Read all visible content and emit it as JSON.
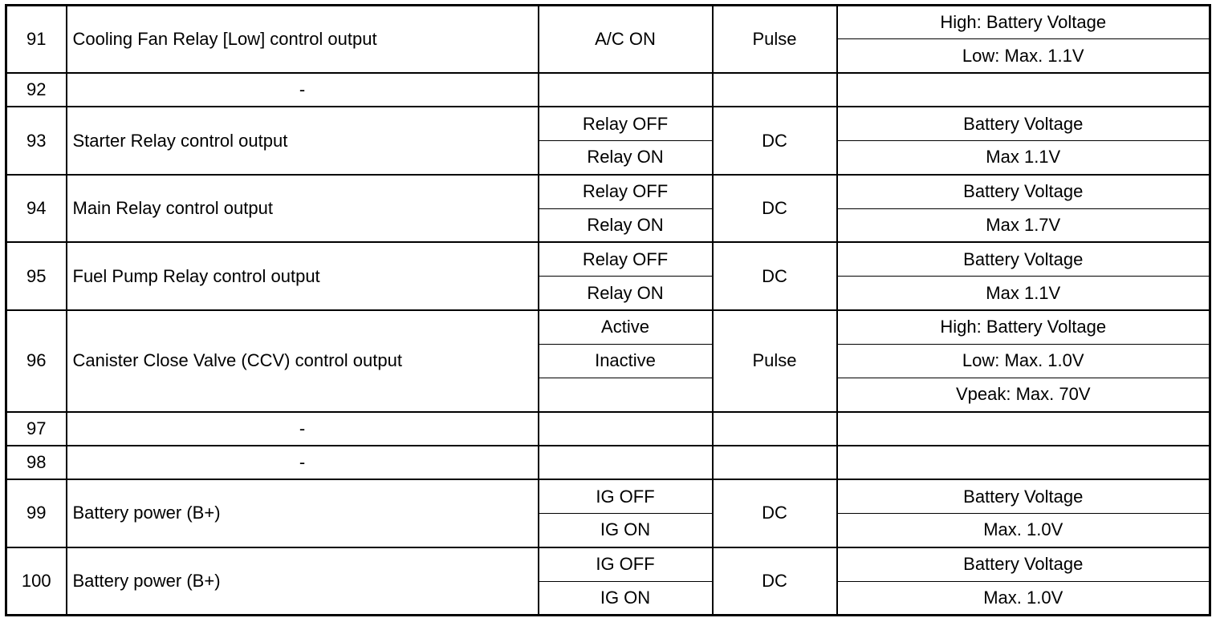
{
  "rows": [
    {
      "pin": "91",
      "description": "Cooling Fan Relay [Low] control output",
      "conditions": [
        "A/C ON"
      ],
      "type": "Pulse",
      "levels": [
        "High: Battery Voltage",
        "Low: Max. 1.1V"
      ]
    },
    {
      "pin": "92",
      "description": "-",
      "conditions": [
        ""
      ],
      "type": "",
      "levels": [
        ""
      ]
    },
    {
      "pin": "93",
      "description": "Starter Relay control output",
      "conditions": [
        "Relay OFF",
        "Relay ON"
      ],
      "type": "DC",
      "levels": [
        "Battery Voltage",
        "Max 1.1V"
      ]
    },
    {
      "pin": "94",
      "description": "Main Relay control output",
      "conditions": [
        "Relay OFF",
        "Relay ON"
      ],
      "type": "DC",
      "levels": [
        "Battery Voltage",
        "Max 1.7V"
      ]
    },
    {
      "pin": "95",
      "description": "Fuel Pump Relay control output",
      "conditions": [
        "Relay OFF",
        "Relay ON"
      ],
      "type": "DC",
      "levels": [
        "Battery Voltage",
        "Max 1.1V"
      ]
    },
    {
      "pin": "96",
      "description": "Canister Close Valve (CCV) control output",
      "conditions": [
        "Active",
        "Inactive",
        ""
      ],
      "type": "Pulse",
      "levels": [
        "High: Battery Voltage",
        "Low: Max. 1.0V",
        "Vpeak: Max. 70V"
      ]
    },
    {
      "pin": "97",
      "description": "-",
      "conditions": [
        ""
      ],
      "type": "",
      "levels": [
        ""
      ]
    },
    {
      "pin": "98",
      "description": "-",
      "conditions": [
        ""
      ],
      "type": "",
      "levels": [
        ""
      ]
    },
    {
      "pin": "99",
      "description": "Battery power (B+)",
      "conditions": [
        "IG OFF",
        "IG ON"
      ],
      "type": "DC",
      "levels": [
        "Battery Voltage",
        "Max. 1.0V"
      ]
    },
    {
      "pin": "100",
      "description": "Battery power (B+)",
      "conditions": [
        "IG OFF",
        "IG ON"
      ],
      "type": "DC",
      "levels": [
        "Battery Voltage",
        "Max. 1.0V"
      ]
    }
  ]
}
